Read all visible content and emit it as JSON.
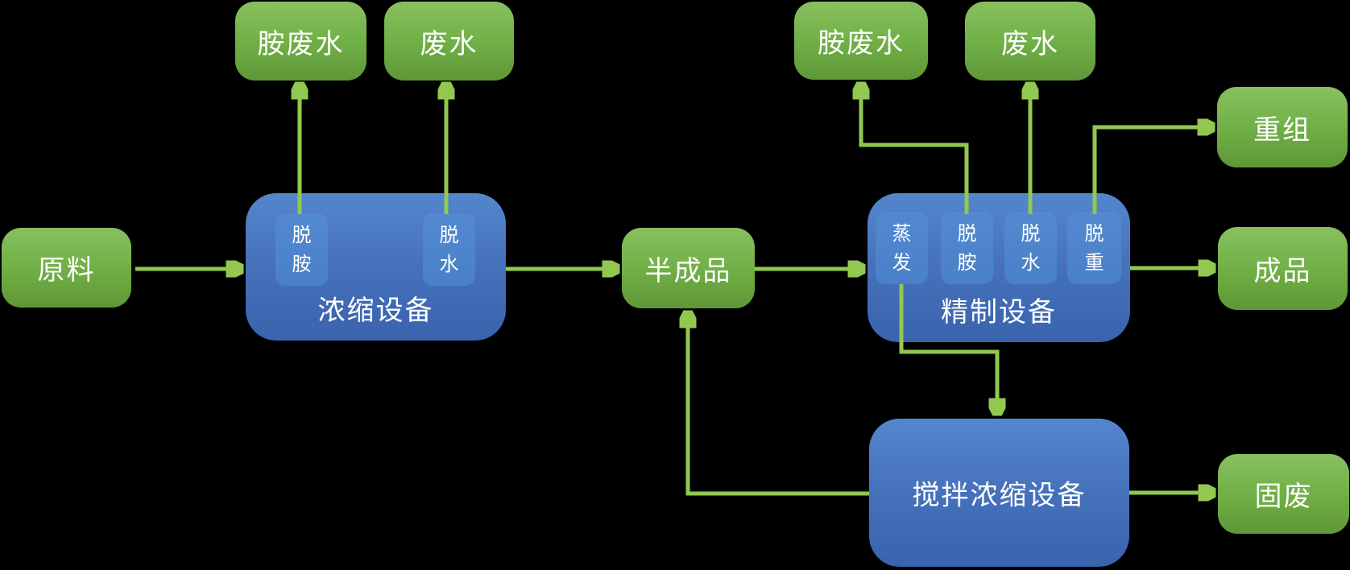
{
  "diagram": {
    "background": "#000000",
    "colors": {
      "green_node_top": "#87c15f",
      "green_node_bottom": "#5f9737",
      "blue_node_top": "#5486cd",
      "blue_node_bottom": "#3a63ad",
      "sub_box_fill": "#4d85cc",
      "connector": "#92c850",
      "text": "#ffffff"
    },
    "nodes": {
      "raw_material": {
        "label": "原料"
      },
      "amine_wastewater_1": {
        "label": "胺废水"
      },
      "wastewater_1": {
        "label": "废水"
      },
      "concentration_equipment": {
        "label": "浓缩设备",
        "sub_units": [
          {
            "label": "脱胺"
          },
          {
            "label": "脱水"
          }
        ]
      },
      "semi_finished_product": {
        "label": "半成品"
      },
      "amine_wastewater_2": {
        "label": "胺废水"
      },
      "wastewater_2": {
        "label": "废水"
      },
      "refining_equipment": {
        "label": "精制设备",
        "sub_units": [
          {
            "label": "蒸发"
          },
          {
            "label": "脱胺"
          },
          {
            "label": "脱水"
          },
          {
            "label": "脱重"
          }
        ]
      },
      "recombination": {
        "label": "重组"
      },
      "finished_product": {
        "label": "成品"
      },
      "stirring_concentration_equipment": {
        "label": "搅拌浓缩设备"
      },
      "solid_waste": {
        "label": "固废"
      }
    },
    "edges": [
      {
        "from": "raw_material",
        "to": "concentration_equipment"
      },
      {
        "from": "concentration_equipment/脱胺",
        "to": "amine_wastewater_1"
      },
      {
        "from": "concentration_equipment/脱水",
        "to": "wastewater_1"
      },
      {
        "from": "concentration_equipment",
        "to": "semi_finished_product"
      },
      {
        "from": "semi_finished_product",
        "to": "refining_equipment"
      },
      {
        "from": "refining_equipment/蒸发",
        "to": "stirring_concentration_equipment"
      },
      {
        "from": "refining_equipment/脱胺",
        "to": "amine_wastewater_2"
      },
      {
        "from": "refining_equipment/脱水",
        "to": "wastewater_2"
      },
      {
        "from": "refining_equipment/脱重",
        "to": "recombination"
      },
      {
        "from": "refining_equipment",
        "to": "finished_product"
      },
      {
        "from": "stirring_concentration_equipment",
        "to": "solid_waste"
      },
      {
        "from": "stirring_concentration_equipment",
        "to": "semi_finished_product"
      }
    ]
  }
}
